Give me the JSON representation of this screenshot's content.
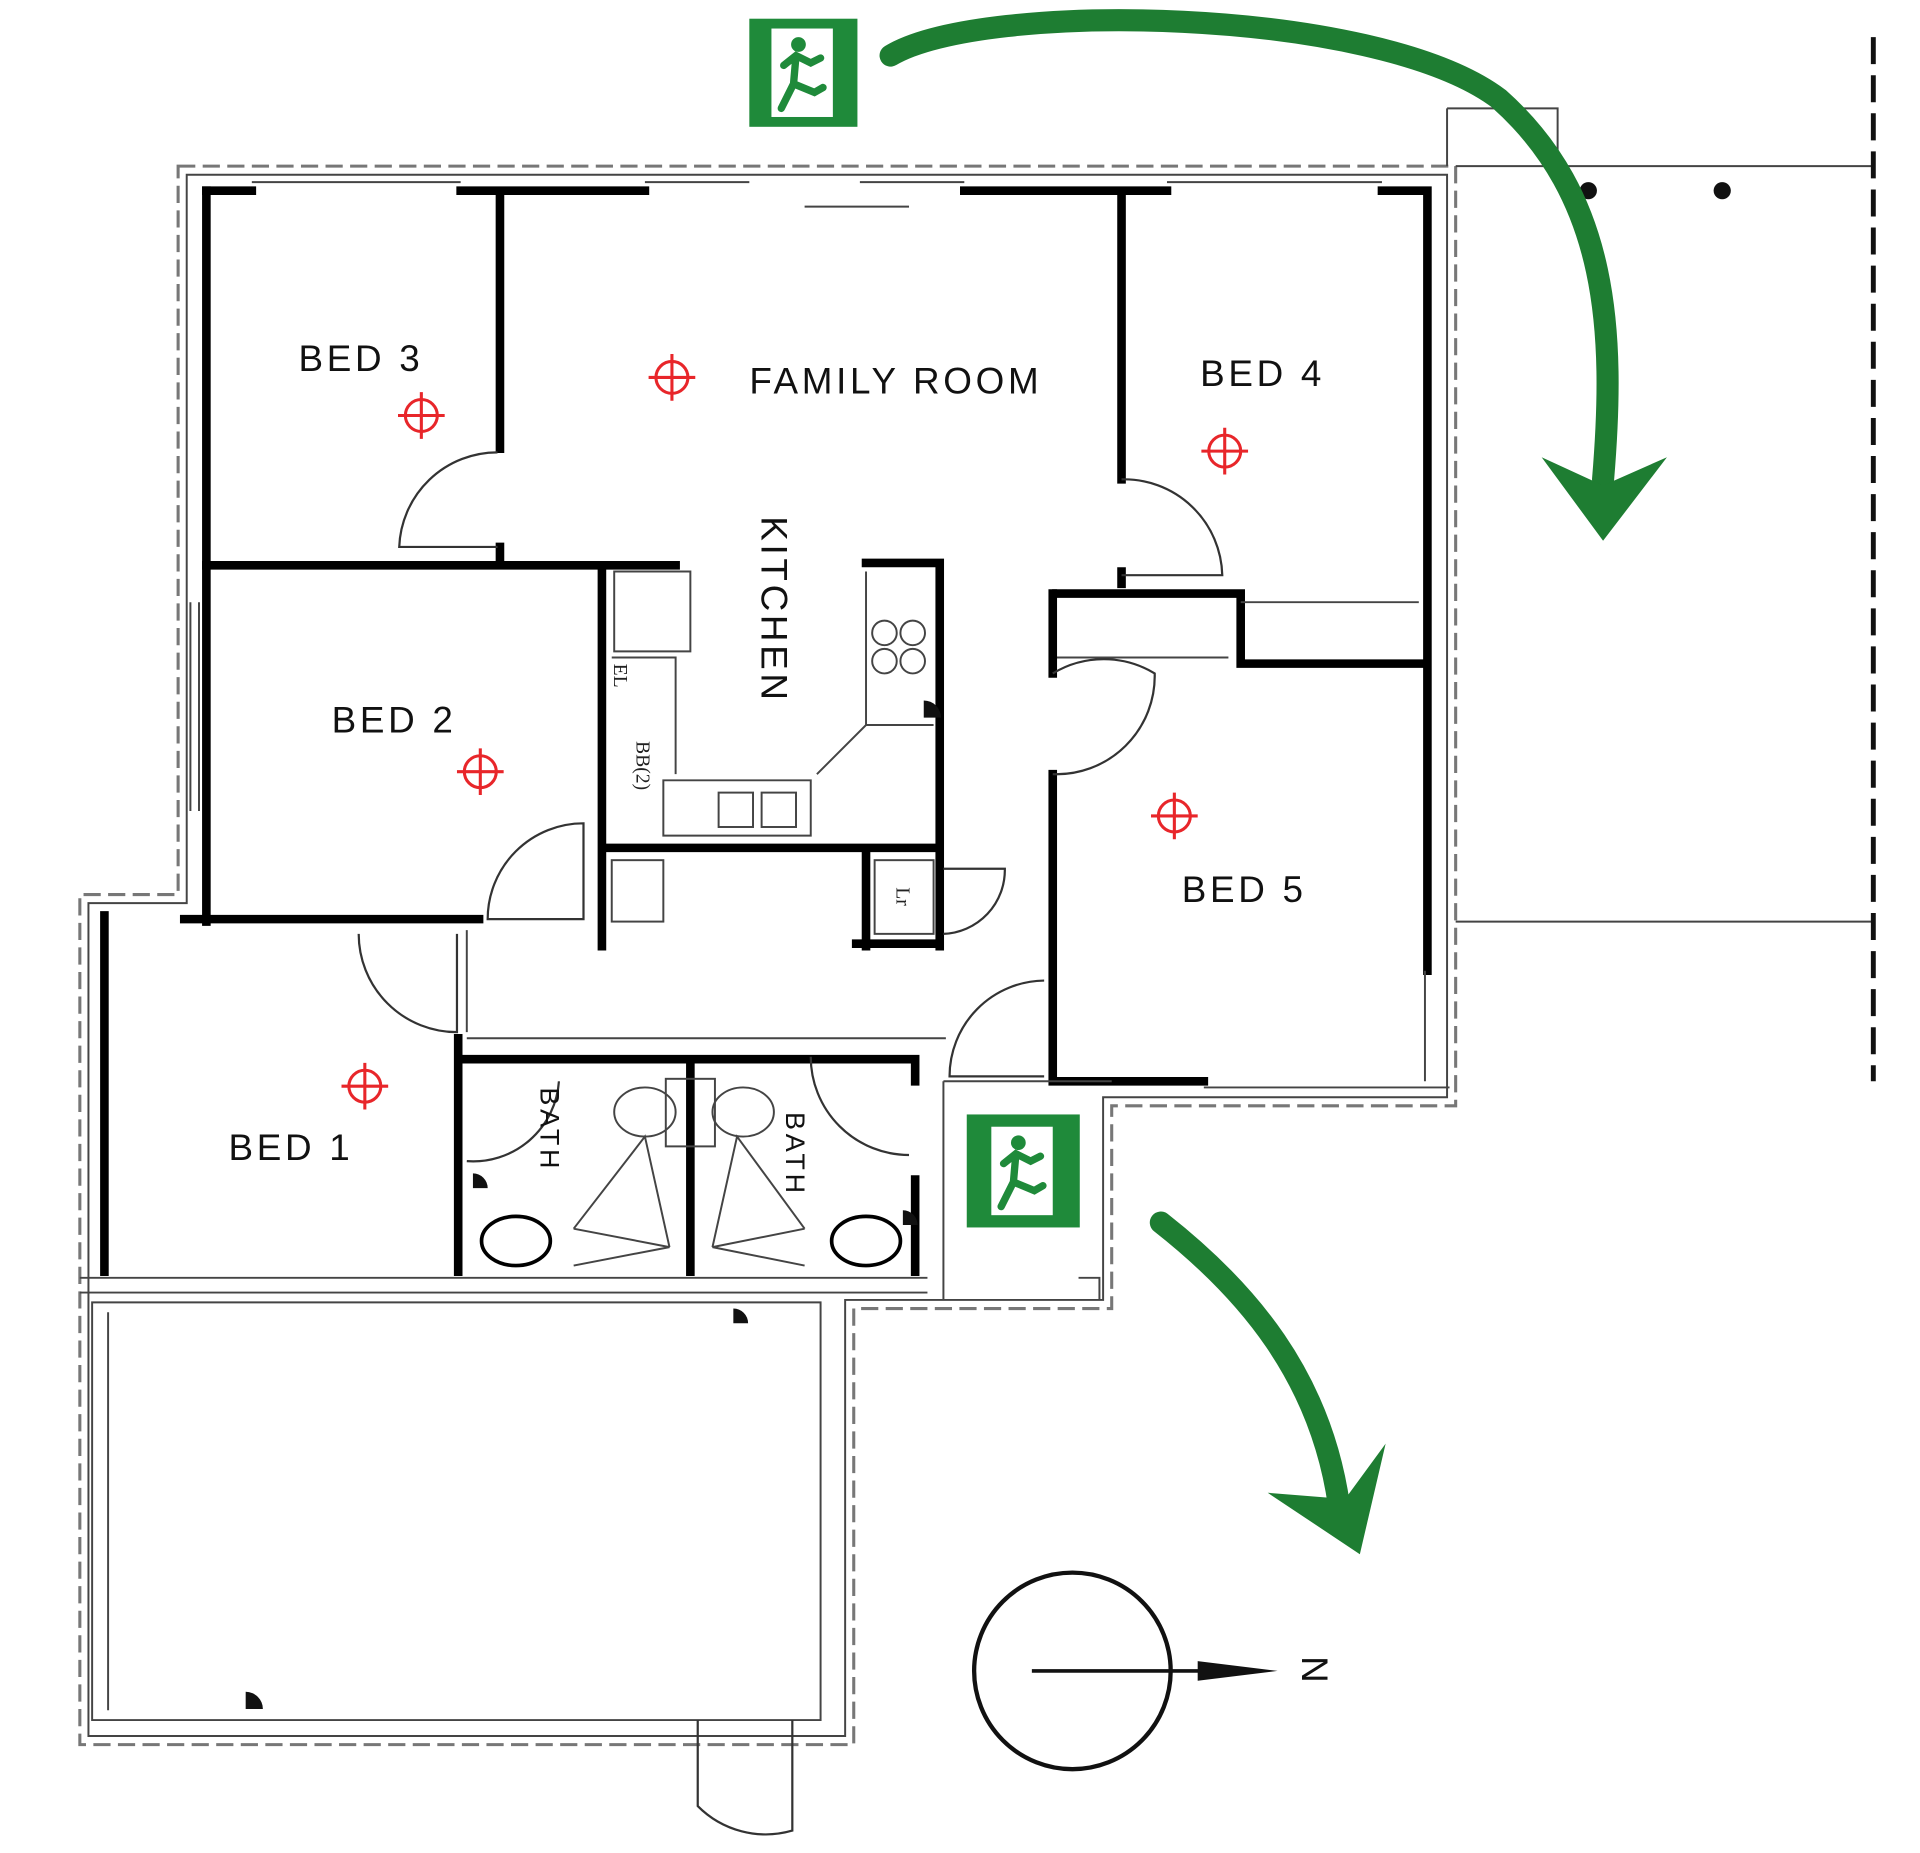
{
  "rooms": {
    "bed3": "BED 3",
    "family_room": "FAMILY ROOM",
    "bed4": "BED 4",
    "kitchen": "KITCHEN",
    "bed2": "BED 2",
    "bed5": "BED 5",
    "bed1": "BED 1",
    "bath_left": "BATH",
    "bath_right": "BATH"
  },
  "fixtures": {
    "el": "EL",
    "bb": "BB(2)",
    "lr": "Lr"
  },
  "compass": {
    "north_label": "N"
  },
  "colors": {
    "exit_green": "#1f8a3a",
    "arrow_green": "#1e7d32",
    "assembly_marker_red": "#e8262a",
    "wall": "#000000"
  },
  "icons": [
    "exit-sign-running-man-icon",
    "evacuation-arrow-icon",
    "crosshair-marker-icon",
    "north-compass-icon",
    "smoke-detector-icon"
  ]
}
